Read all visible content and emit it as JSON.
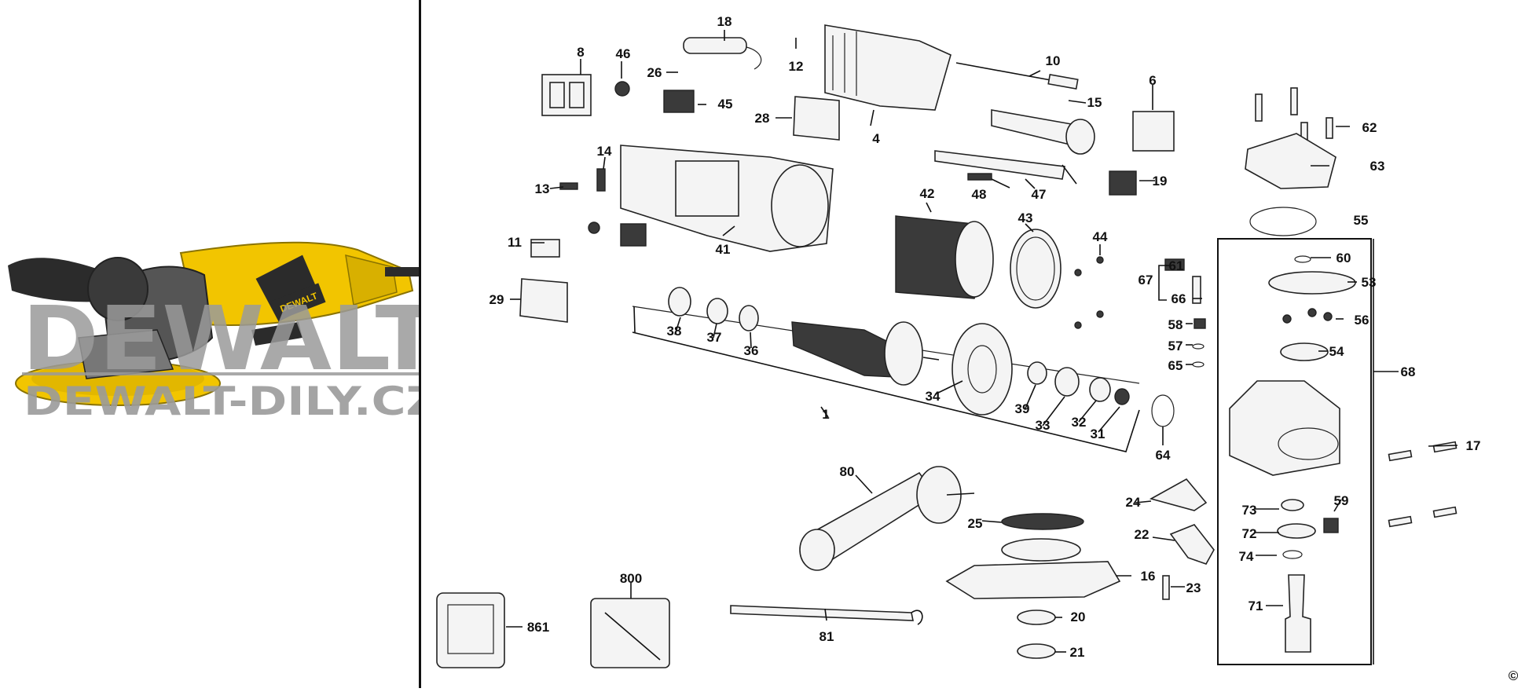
{
  "watermark": {
    "brand": "DEWALT",
    "site": "DEWALT-DILY.CZ",
    "registered": "®"
  },
  "product_label": "DEWALT",
  "copyright_mark": "©",
  "part_numbers": [
    "1",
    "4",
    "6",
    "8",
    "10",
    "11",
    "12",
    "13",
    "14",
    "15",
    "16",
    "17",
    "18",
    "19",
    "20",
    "21",
    "22",
    "23",
    "24",
    "25",
    "26",
    "28",
    "29",
    "31",
    "32",
    "33",
    "34",
    "36",
    "37",
    "38",
    "39",
    "41",
    "42",
    "43",
    "44",
    "45",
    "46",
    "47",
    "48",
    "53",
    "54",
    "55",
    "56",
    "57",
    "58",
    "59",
    "60",
    "61",
    "62",
    "63",
    "64",
    "65",
    "66",
    "67",
    "68",
    "71",
    "72",
    "73",
    "74",
    "80",
    "81",
    "800",
    "861"
  ],
  "colors": {
    "tool_yellow": "#f2c500",
    "tool_black": "#2b2b2b",
    "watermark_gray": "#9a9a9a",
    "line": "#111111"
  }
}
